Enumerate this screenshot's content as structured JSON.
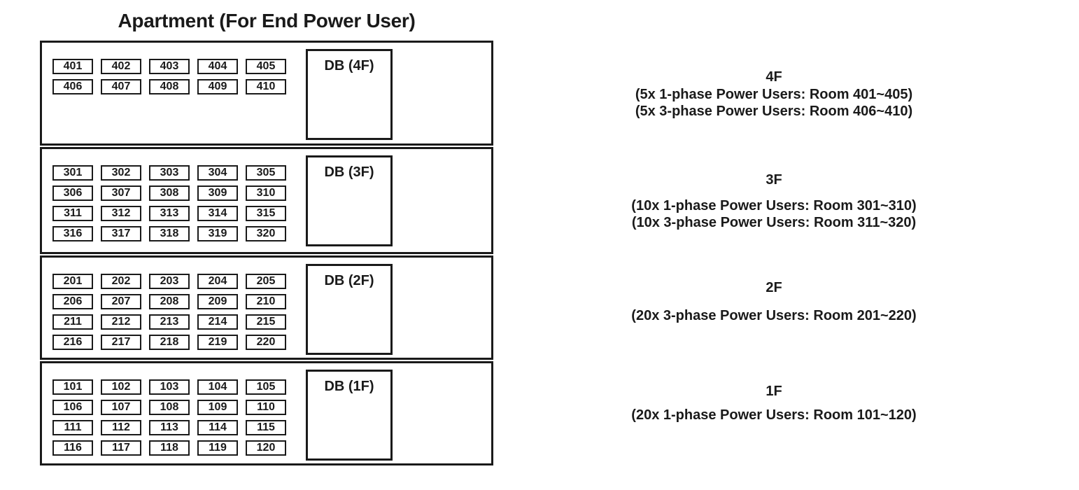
{
  "title": "Apartment (For End Power User)",
  "colors": {
    "ink": "#1a1a1a",
    "background": "#ffffff"
  },
  "floors": [
    {
      "id": "4F",
      "db_label": "DB (4F)",
      "rooms": [
        "401",
        "402",
        "403",
        "404",
        "405",
        "406",
        "407",
        "408",
        "409",
        "410"
      ],
      "note_title": "4F",
      "note_lines": [
        "(5x 1-phase Power Users: Room 401~405)",
        "(5x 3-phase Power Users: Room 406~410)"
      ]
    },
    {
      "id": "3F",
      "db_label": "DB (3F)",
      "rooms": [
        "301",
        "302",
        "303",
        "304",
        "305",
        "306",
        "307",
        "308",
        "309",
        "310",
        "311",
        "312",
        "313",
        "314",
        "315",
        "316",
        "317",
        "318",
        "319",
        "320"
      ],
      "note_title": "3F",
      "note_lines": [
        "(10x 1-phase Power Users: Room 301~310)",
        "(10x 3-phase Power Users: Room 311~320)"
      ]
    },
    {
      "id": "2F",
      "db_label": "DB (2F)",
      "rooms": [
        "201",
        "202",
        "203",
        "204",
        "205",
        "206",
        "207",
        "208",
        "209",
        "210",
        "211",
        "212",
        "213",
        "214",
        "215",
        "216",
        "217",
        "218",
        "219",
        "220"
      ],
      "note_title": "2F",
      "note_lines": [
        "(20x 3-phase Power Users: Room 201~220)"
      ]
    },
    {
      "id": "1F",
      "db_label": "DB (1F)",
      "rooms": [
        "101",
        "102",
        "103",
        "104",
        "105",
        "106",
        "107",
        "108",
        "109",
        "110",
        "111",
        "112",
        "113",
        "114",
        "115",
        "116",
        "117",
        "118",
        "119",
        "120"
      ],
      "note_title": "1F",
      "note_lines": [
        "(20x 1-phase Power Users: Room 101~120)"
      ]
    }
  ]
}
